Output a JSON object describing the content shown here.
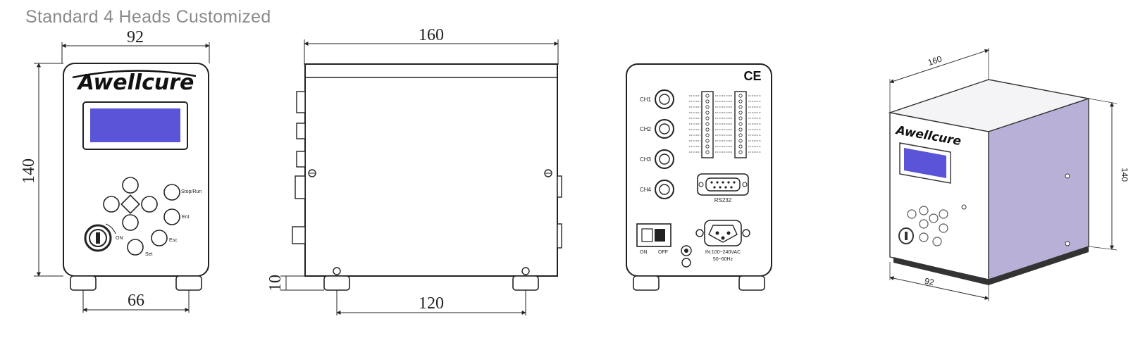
{
  "caption": "Standard 4 Heads Customized",
  "brand": "Awellcure",
  "ce_mark": "CE",
  "front": {
    "width": "92",
    "height": "140",
    "foot_spacing": "66",
    "labels": {
      "stop_run": "Stop/Run",
      "ent": "Ent",
      "esc": "Esc",
      "set": "Set",
      "on": "ON"
    }
  },
  "side": {
    "length": "160",
    "foot_spacing": "120",
    "foot_height": "10"
  },
  "back": {
    "channels": [
      "CH1",
      "CH2",
      "CH3",
      "CH4"
    ],
    "rs232": "RS232",
    "switch_on": "ON",
    "switch_off": "OFF",
    "power_line1": "IN:100~240VAC",
    "power_line2": "50~60Hz"
  },
  "iso": {
    "length": "160",
    "width": "92",
    "height": "140"
  },
  "colors": {
    "lcd": "#5a55d8",
    "body_side": "#b9b0d8",
    "outline": "#222222"
  }
}
